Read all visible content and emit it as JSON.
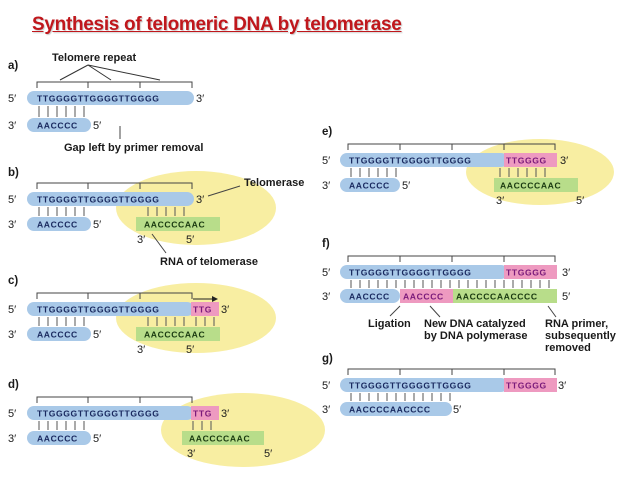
{
  "title": "Synthesis of telomeric DNA by telomerase",
  "colors": {
    "title": "#c0171c",
    "dna_strand": "#a9c9e8",
    "rna_template": "#b8dd8a",
    "enzyme": "#f8eea2",
    "new_dna_pink": "#ee9ac0",
    "seq_text": "#1a2a60",
    "rna_seq_text": "#7a1a7a"
  },
  "labels": {
    "telomere_repeat": "Telomere repeat",
    "gap": "Gap left by primer removal",
    "telomerase": "Telomerase",
    "rna_of_telomerase": "RNA of telomerase",
    "ligation": "Ligation",
    "new_dna_1": "New DNA catalyzed",
    "new_dna_2": "by DNA polymerase",
    "rna_primer_1": "RNA primer,",
    "rna_primer_2": "subsequently",
    "rna_primer_3": "removed"
  },
  "panels": {
    "a": {
      "letter": "a)",
      "top": {
        "end5": "5′",
        "seq": "TTGGGGTTGGGGTTGGGG",
        "end3": "3′"
      },
      "bottom": {
        "end3": "3′",
        "seq": "AACCCC",
        "end5": "5′"
      }
    },
    "b": {
      "letter": "b)",
      "top": {
        "end5": "5′",
        "seq": "TTGGGGTTGGGGTTGGGG",
        "end3": "3′"
      },
      "bottom": {
        "end3": "3′",
        "seq": "AACCCC",
        "end5": "5′"
      },
      "rna": {
        "seq": "AACCCCAAC",
        "end3": "3′",
        "end5": "5′"
      }
    },
    "c": {
      "letter": "c)",
      "top": {
        "end5": "5′",
        "seq": "TTGGGGTTGGGGTTGGGG",
        "ext": "TTG",
        "end3": "3′"
      },
      "bottom": {
        "end3": "3′",
        "seq": "AACCCC",
        "end5": "5′"
      },
      "rna": {
        "seq": "AACCCCAAC",
        "end3": "3′",
        "end5": "5′"
      }
    },
    "d": {
      "letter": "d)",
      "top": {
        "end5": "5′",
        "seq": "TTGGGGTTGGGGTTGGGG",
        "ext": "TTG",
        "end3": "3′"
      },
      "bottom": {
        "end3": "3′",
        "seq": "AACCCC",
        "end5": "5′"
      },
      "rna": {
        "seq": "AACCCCAAC",
        "end3": "3′",
        "end5": "5′"
      }
    },
    "e": {
      "letter": "e)",
      "top": {
        "end5": "5′",
        "seq": "TTGGGGTTGGGGTTGGGG",
        "ext": "TTGGGG",
        "end3": "3′"
      },
      "bottom": {
        "end3": "3′",
        "seq": "AACCCC",
        "end5": "5′"
      },
      "rna": {
        "seq": "AACCCCAAC",
        "end3": "3′",
        "end5": "5′"
      }
    },
    "f": {
      "letter": "f)",
      "top": {
        "end5": "5′",
        "seq": "TTGGGGTTGGGGTTGGGG",
        "ext": "TTGGGG",
        "end3": "3′"
      },
      "bottom": {
        "end3": "3′",
        "seq1": "AACCCC",
        "seq2": "AACCCC",
        "seq3": "AACCCCAACCCC",
        "end5": "5′"
      }
    },
    "g": {
      "letter": "g)",
      "top": {
        "end5": "5′",
        "seq": "TTGGGGTTGGGGTTGGGG",
        "ext": "TTGGGG",
        "end3": "3′"
      },
      "bottom": {
        "end3": "3′",
        "seq": "AACCCCAACCCC",
        "end5": "5′"
      }
    }
  }
}
